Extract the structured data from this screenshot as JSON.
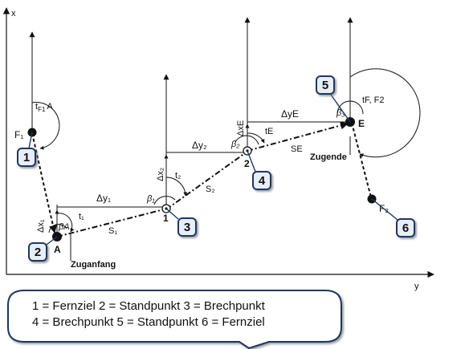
{
  "axes": {
    "x_label": "x",
    "y_label": "y"
  },
  "points": {
    "f1": "F₁",
    "a": "A",
    "p1": "1",
    "p2": "2",
    "e": "E",
    "f2": "F₂"
  },
  "angles": {
    "tf1a": "t",
    "tf1a_sub": "F1",
    "tf1a_suffix": "A",
    "beta_a": "βA",
    "t1": "t₁",
    "beta1": "β₁",
    "t2": "t₂",
    "beta2": "β₂",
    "te": "tE",
    "beta3": "β₃",
    "tff2": "tF, F2"
  },
  "deltas": {
    "dx1": "Δx₁",
    "dy1": "Δy₁",
    "dx2": "Δx₂",
    "dy2": "Δy₂",
    "dxe": "ΔxE",
    "dye": "ΔyE"
  },
  "sides": {
    "s1": "S₁",
    "s2": "S₂",
    "se": "SE"
  },
  "annotations": {
    "start": "Zuganfang",
    "end": "Zugende"
  },
  "badges": [
    "1",
    "2",
    "3",
    "4",
    "5",
    "6"
  ],
  "legend": {
    "line1": "1 = Fernziel   2 = Standpunkt   3 = Brechpunkt",
    "line2": "4 = Brechpunkt     5 = Standpunkt   6 = Fernziel"
  }
}
